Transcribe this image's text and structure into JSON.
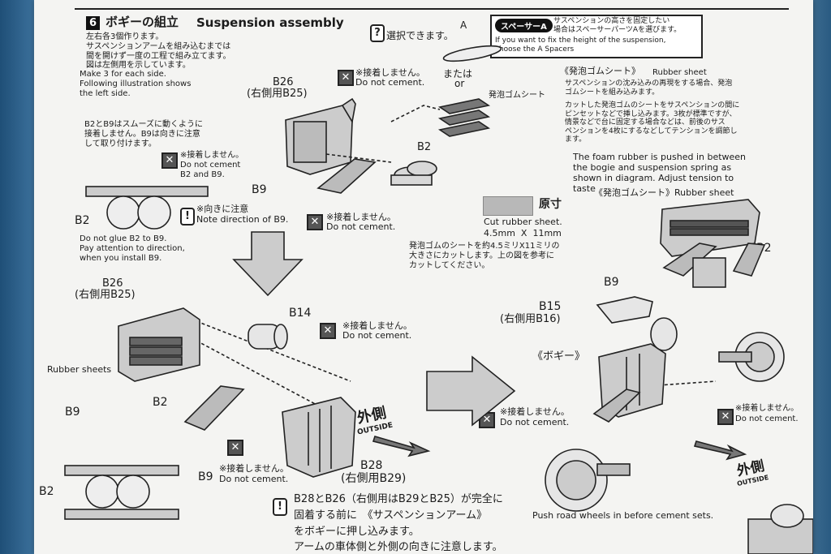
{
  "header": {
    "step_number": "6",
    "title_jp": "ボギーの組立",
    "title_en": "Suspension assembly"
  },
  "intro": {
    "jp": "左右各3個作ります。\nサスペンションアームを組み込むまでは\n間を開けず一度の工程で組み立てます。\n図は左側用を示しています。",
    "en": "Make 3 for each side.\nFollowing illustration shows\nthe left side."
  },
  "select_note": "選択できます。",
  "part_a": "A",
  "spacer": {
    "tag": "スペーサーA",
    "jp": "サスペンションの高さを固定したい\n場合はスペーサーパーツAを選びます。",
    "en": "If you want to fix the height of the suspension,\nchoose the A Spacers"
  },
  "or": {
    "jp": "または",
    "en": "or"
  },
  "foam_label": "発泡ゴムシート",
  "rubber": {
    "title_jp": "《発泡ゴムシート》",
    "title_en": "Rubber sheet",
    "jp1": "サスペンションの沈み込みの再現をする場合、発泡\nゴムシートを組み込みます。",
    "jp2": "カットした発泡ゴムのシートをサスペンションの間に\nピンセットなどで挿し込みます。3枚が標準ですが、\n情景などで台に固定する場合などは、前後のサス\nペンションを4枚にするなどしてテンションを調節し\nます。",
    "en": "The foam rubber is pushed in between\nthe bogie and suspension spring as\nshown in diagram. Adjust tension to\ntaste"
  },
  "rubber_sheet_label": "《発泡ゴムシート》Rubber sheet",
  "actual_size": {
    "jp": "原寸",
    "en1": "Cut rubber sheet.",
    "en2": "4.5mm  X  11mm",
    "jp_desc": "発泡ゴムのシートを約4.5ミリX11ミリの\n大きさにカットします。上の図を参考に\nカットしてください。"
  },
  "b2b9_note": {
    "jp": "B2とB9はスムーズに動くように\n接着しません。B9は向きに注意\nして取り付けます。",
    "en": "Do not glue B2 to B9.\nPay attention to direction,\nwhen you install B9."
  },
  "no_cement_jp": "※接着しません。",
  "no_cement_en": "Do not cement.",
  "no_cement_b2b9": "※接着しません。\nDo not cement\nB2 and B9.",
  "direction_note": "※向きに注意\nNote direction of B9.",
  "labels": {
    "b26": "B26",
    "b26_right": "(右側用B25)",
    "b2": "B2",
    "b9": "B9",
    "b14": "B14",
    "b15": "B15",
    "b15_right": "(右側用B16)",
    "b28": "B28",
    "b28_right": "(右側用B29)",
    "bogie": "《ボギー》",
    "rubber_sheets": "Rubber sheets",
    "outside_jp": "外側",
    "outside_en": "OUTSIDE"
  },
  "bottom_note": {
    "jp1": "B28とB26（右側用はB29とB25）が完全に",
    "jp2": "固着する前に　《サスペンションアーム》",
    "jp3": "をボギーに押し込みます。",
    "jp4": "アームの車体側と外側の向きに注意します。",
    "en": "Push road wheels in before cement sets."
  }
}
